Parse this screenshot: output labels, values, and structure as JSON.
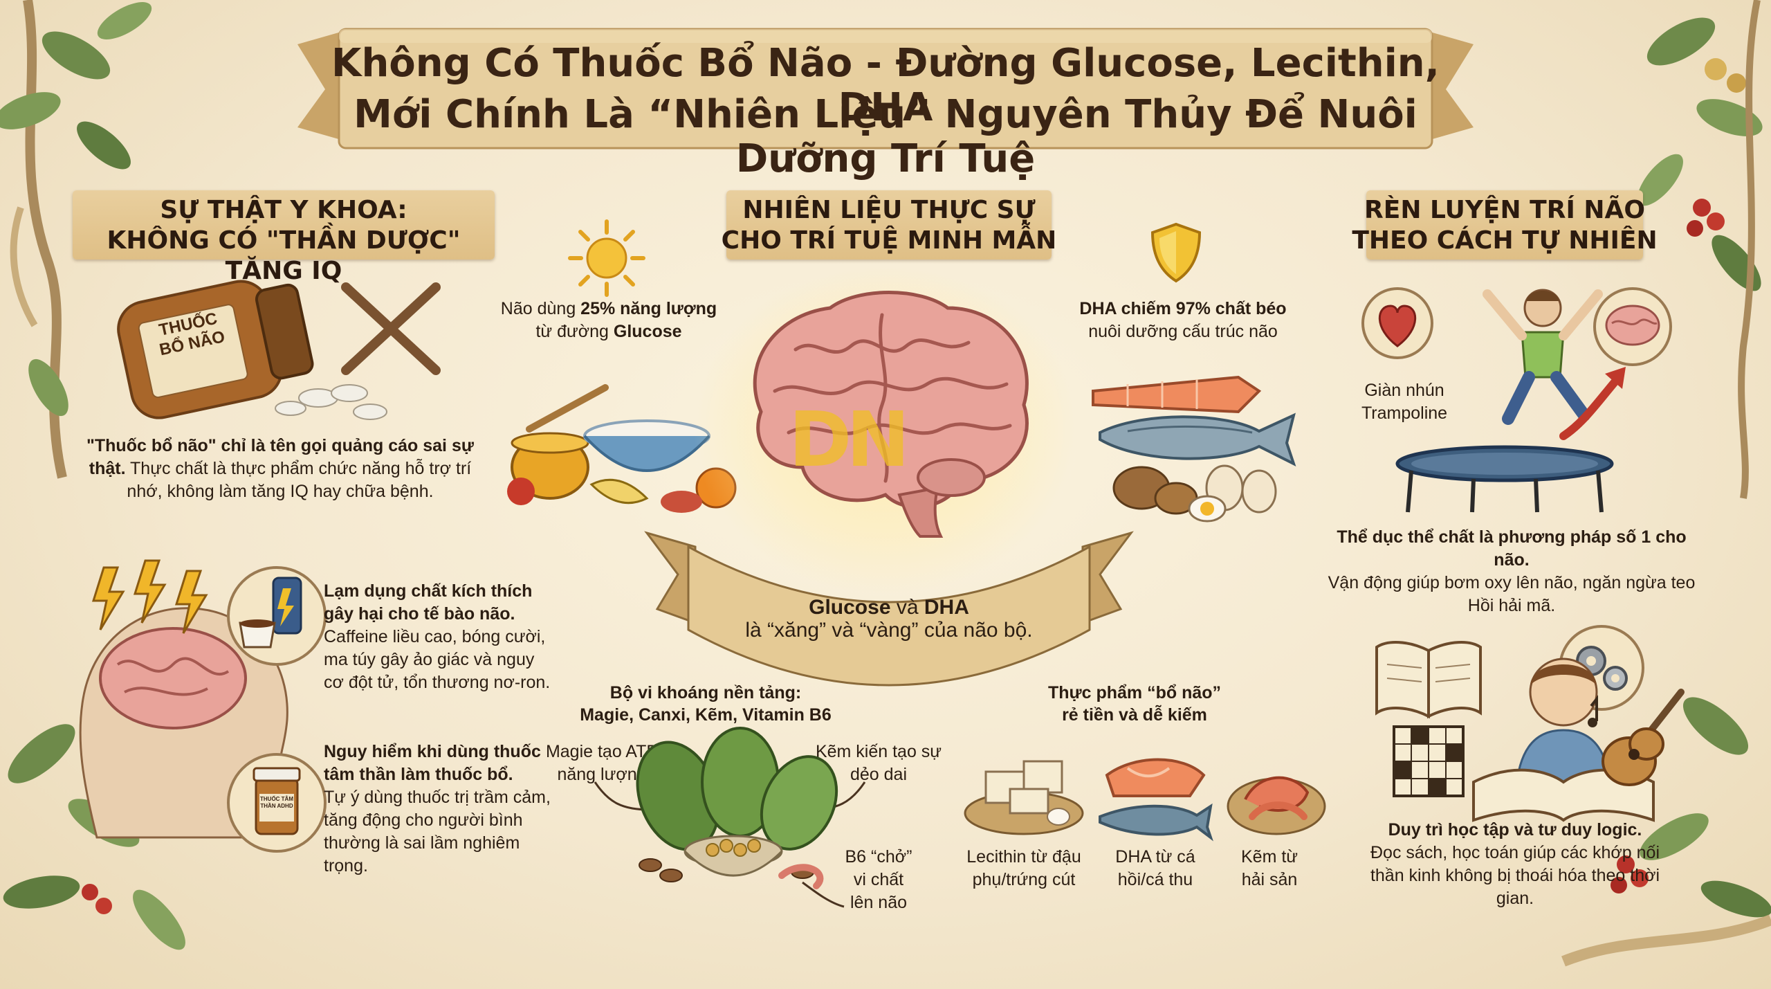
{
  "title": {
    "line1": "Không Có Thuốc Bổ Não - Đường Glucose, Lecithin, DHA",
    "line2": "Mới Chính Là “Nhiên Liệu” Nguyên Thủy Để Nuôi Dưỡng Trí Tuệ"
  },
  "left": {
    "heading1": "SỰ THẬT Y KHOA:",
    "heading2": "KHÔNG CÓ \"THẦN DƯỢC\" TĂNG IQ",
    "jar_label": "THUỐC BỔ NÃO",
    "myth_bold": "\"Thuốc bổ não\" chỉ là tên gọi quảng cáo sai sự thật.",
    "myth_text": "Thực chất là thực phẩm chức năng hỗ trợ trí nhớ, không làm tăng IQ hay chữa bệnh.",
    "stim_bold": "Lạm dụng chất kích thích gây hại cho tế bào não.",
    "stim_text": "Caffeine liều cao, bóng cười, ma túy gây ảo giác và nguy cơ đột tử, tổn thương nơ-ron.",
    "psy_bold": "Nguy hiểm khi dùng thuốc tâm thần làm thuốc bổ.",
    "psy_text": "Tự ý dùng thuốc trị trầm cảm, tăng động cho người bình thường là sai lầm nghiêm trọng.",
    "bottle_label": "THUỐC TÂM THẦN ADHD"
  },
  "center": {
    "heading1": "NHIÊN LIỆU THỰC SỰ",
    "heading2": "CHO TRÍ TUỆ MINH MẪN",
    "glucose_pre": "Não dùng ",
    "glucose_bold": "25% năng lượng",
    "glucose_line2_pre": "từ đường ",
    "glucose_line2_bold": "Glucose",
    "dha_bold": "DHA chiếm 97% chất béo",
    "dha_text": "nuôi dưỡng cấu trúc não",
    "ribbon_bold1": "Glucose",
    "ribbon_mid": " và ",
    "ribbon_bold2": "DHA",
    "ribbon_line2": "là “xăng” và “vàng” của não bộ.",
    "watermark": "DN",
    "minerals_title1": "Bộ vi khoáng nền tảng:",
    "minerals_title2": "Magie, Canxi, Kẽm, Vitamin B6",
    "magie": "Magie tạo ATP năng lượng",
    "kem": "Kẽm kiến tạo sự dẻo dai",
    "b6": "B6 “chở” vi chất lên não",
    "foods_title1": "Thực phẩm “bổ não”",
    "foods_title2": "rẻ tiền và dễ kiếm",
    "lecithin": "Lecithin từ đậu phụ/trứng cút",
    "dha_fish": "DHA từ cá hồi/cá thu",
    "kem_hs": "Kẽm từ hải sản"
  },
  "right": {
    "heading1": "RÈN LUYỆN TRÍ NÃO",
    "heading2": "THEO CÁCH TỰ NHIÊN",
    "trampoline": "Giàn nhún Trampoline",
    "ex_bold": "Thể dục thể chất là phương pháp số 1 cho não.",
    "ex_text": "Vận động giúp bơm oxy lên não, ngăn ngừa teo Hồi hải mã.",
    "study_bold": "Duy trì học tập và tư duy logic.",
    "study_text": "Đọc sách, học toán giúp các khớp nối thần kinh không bị thoái hóa theo thời gian."
  },
  "colors": {
    "paper": "#f3e7cd",
    "ink": "#2b1d12",
    "ribbon": "#d9b77d",
    "brain": "#e8a39a",
    "leaf": "#6e8a4a",
    "berry": "#b8322a"
  }
}
